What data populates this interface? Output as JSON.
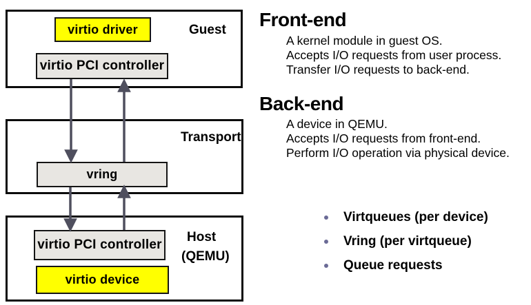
{
  "diagram": {
    "layers": [
      {
        "id": "guest",
        "label": "Guest",
        "boxes": [
          {
            "id": "virtio-driver",
            "label": "virtio driver",
            "style": "yellow"
          },
          {
            "id": "virtio-pci-controller-guest",
            "label": "virtio PCI controller",
            "style": "gray"
          }
        ]
      },
      {
        "id": "transport",
        "label": "Transport",
        "boxes": [
          {
            "id": "vring",
            "label": "vring",
            "style": "gray"
          }
        ]
      },
      {
        "id": "host",
        "label": "Host",
        "label2": "(QEMU)",
        "boxes": [
          {
            "id": "virtio-pci-controller-host",
            "label": "virtio PCI controller",
            "style": "gray"
          },
          {
            "id": "virtio-device",
            "label": "virtio device",
            "style": "yellow"
          }
        ]
      }
    ],
    "arrows": [
      {
        "id": "guest-to-transport",
        "direction": "down"
      },
      {
        "id": "transport-to-guest",
        "direction": "up"
      },
      {
        "id": "transport-to-host",
        "direction": "down"
      },
      {
        "id": "host-to-transport",
        "direction": "up"
      }
    ]
  },
  "sections": [
    {
      "heading": "Front-end",
      "lines": [
        "A kernel module in guest OS.",
        "Accepts I/O requests from user process.",
        "Transfer I/O requests to back-end."
      ]
    },
    {
      "heading": "Back-end",
      "lines": [
        "A device in QEMU.",
        "Accepts I/O requests from front-end.",
        "Perform I/O operation via physical device."
      ]
    }
  ],
  "bullets": [
    "Virtqueues (per device)",
    "Vring (per virtqueue)",
    "Queue requests"
  ],
  "colors": {
    "node_yellow": "#ffff00",
    "node_gray": "#e8e6e2",
    "arrow": "#4f4f5e",
    "bullet_dot": "#6b6b96",
    "border": "#0b0b0b"
  }
}
